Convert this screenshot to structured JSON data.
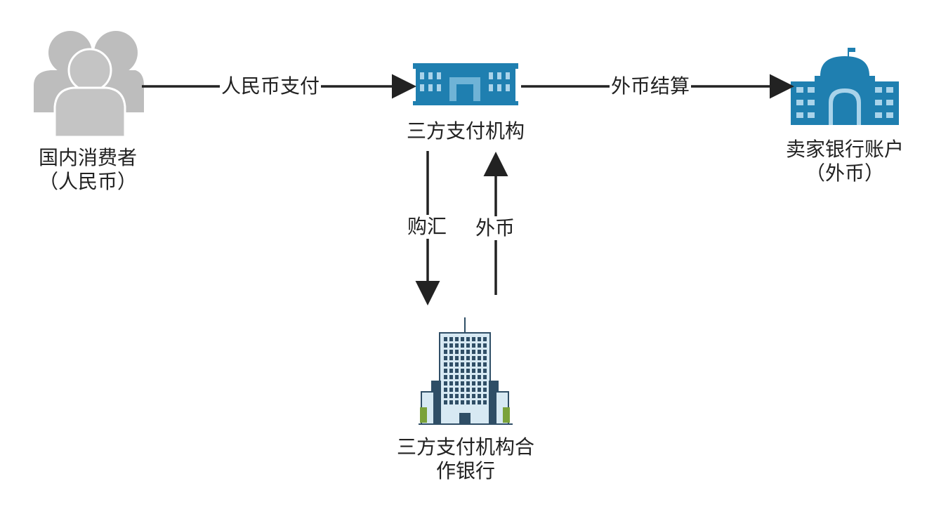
{
  "nodes": {
    "consumer": {
      "label_line1": "国内消费者",
      "label_line2": "（人民币）",
      "icon": "people-group-icon"
    },
    "payment_institution": {
      "label": "三方支付机构",
      "icon": "government-building-icon"
    },
    "seller_bank": {
      "label_line1": "卖家银行账户",
      "label_line2": "（外币）",
      "icon": "domed-bank-icon"
    },
    "partner_bank": {
      "label_line1": "三方支付机构合",
      "label_line2": "作银行",
      "icon": "office-tower-icon"
    }
  },
  "edges": {
    "rmb_payment": "人民币支付",
    "fx_settlement": "外币结算",
    "fx_purchase": "购汇",
    "foreign_currency": "外币"
  },
  "colors": {
    "arrow": "#222222",
    "people_gray": "#bdbdbd",
    "building_blue": "#1f7fb0",
    "tower_light": "#d7e9f3",
    "tower_dark": "#2f4e66",
    "tower_accent": "#7aa23a"
  }
}
